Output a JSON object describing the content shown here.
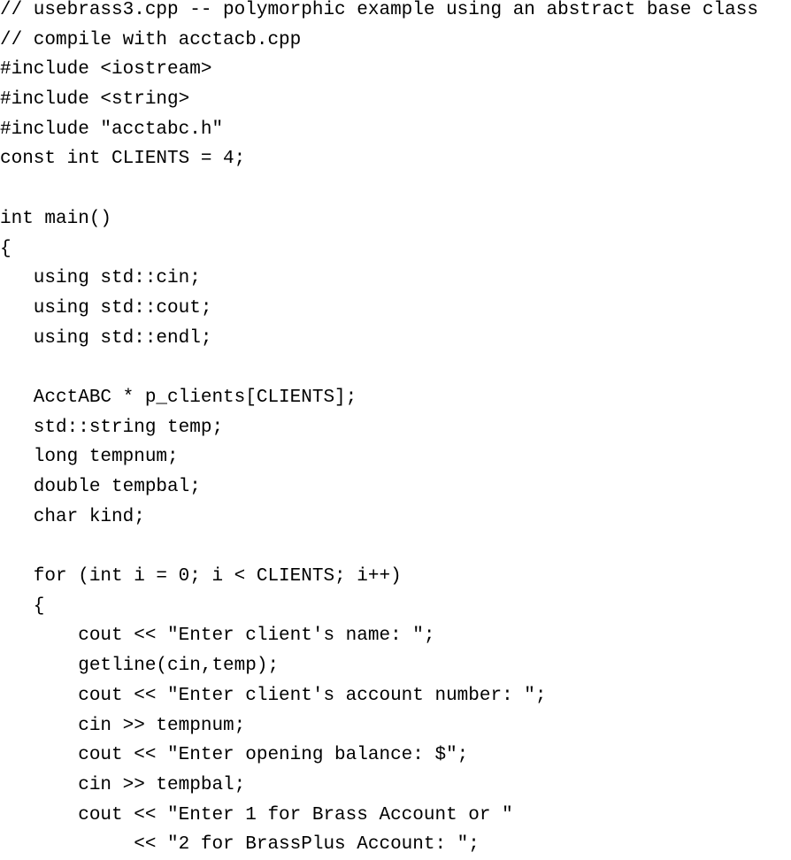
{
  "listing": {
    "lines": [
      "// usebrass3.cpp -- polymorphic example using an abstract base class",
      "// compile with acctacb.cpp",
      "#include <iostream>",
      "#include <string>",
      "#include \"acctabc.h\"",
      "const int CLIENTS = 4;",
      "",
      "int main()",
      "{",
      "   using std::cin;",
      "   using std::cout;",
      "   using std::endl;",
      "",
      "   AcctABC * p_clients[CLIENTS];",
      "   std::string temp;",
      "   long tempnum;",
      "   double tempbal;",
      "   char kind;",
      "",
      "   for (int i = 0; i < CLIENTS; i++)",
      "   {",
      "       cout << \"Enter client's name: \";",
      "       getline(cin,temp);",
      "       cout << \"Enter client's account number: \";",
      "       cin >> tempnum;",
      "       cout << \"Enter opening balance: $\";",
      "       cin >> tempbal;",
      "       cout << \"Enter 1 for Brass Account or \"",
      "            << \"2 for BrassPlus Account: \";"
    ]
  }
}
